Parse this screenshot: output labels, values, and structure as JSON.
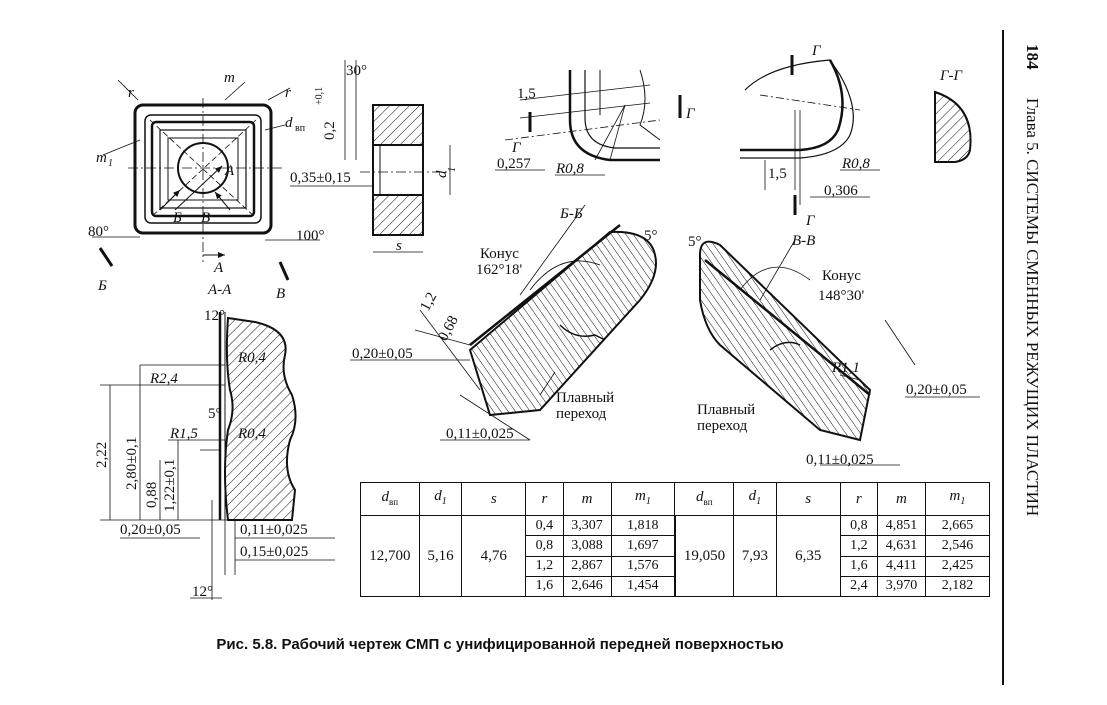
{
  "page": {
    "number": "184",
    "running_head": "Глава 5. СИСТЕМЫ СМЕННЫХ РЕЖУЩИХ ПЛАСТИН",
    "caption": "Рис. 5.8. Рабочий чертеж СМП с унифицированной передней поверхностью"
  },
  "top_view": {
    "labels": [
      "r",
      "m",
      "r",
      "d",
      "вп",
      "m",
      "1",
      "A",
      "Б",
      "B",
      "80°",
      "100°",
      "A",
      "Б",
      "B",
      "A-A"
    ]
  },
  "side_view": {
    "labels": [
      "30°",
      "0,2",
      "+0,1",
      "0,35±0,15",
      "d",
      "1",
      "s"
    ]
  },
  "gamma_view": {
    "labels": [
      "1,5",
      "Г",
      "Г",
      "0,257",
      "R0,8"
    ]
  },
  "v_view": {
    "labels": [
      "Г",
      "R0,8",
      "1,5",
      "0,306",
      "Г",
      "В-В"
    ]
  },
  "section_gg": {
    "title": "Г-Г"
  },
  "section_bb": {
    "title": "Б-Б",
    "labels": [
      "Конус",
      "162°18'",
      "5°",
      "1,2",
      "0,68",
      "0,20±0,05",
      "Плавный",
      "переход",
      "0,11±0,025"
    ]
  },
  "section_vv": {
    "labels": [
      "5°",
      "Конус",
      "148°30'",
      "R1,1",
      "0,20±0,05",
      "Плавный",
      "переход",
      "0,11±0,025"
    ]
  },
  "section_aa": {
    "labels": [
      "12°",
      "R0,4",
      "R2,4",
      "2,22",
      "2,80±0,1",
      "5°",
      "R1,5",
      "R0,4",
      "0,88",
      "1,22±0,1",
      "0,20±0,05",
      "0,11±0,025",
      "0,15±0,025",
      "12°"
    ]
  },
  "table": {
    "headers": [
      "d",
      "вп",
      "d",
      "1",
      "s",
      "r",
      "m",
      "m",
      "1"
    ],
    "groups": [
      {
        "d_vp": "12,700",
        "d1": "5,16",
        "s": "4,76",
        "rows": [
          {
            "r": "0,4",
            "m": "3,307",
            "m1": "1,818"
          },
          {
            "r": "0,8",
            "m": "3,088",
            "m1": "1,697"
          },
          {
            "r": "1,2",
            "m": "2,867",
            "m1": "1,576"
          },
          {
            "r": "1,6",
            "m": "2,646",
            "m1": "1,454"
          }
        ]
      },
      {
        "d_vp": "19,050",
        "d1": "7,93",
        "s": "6,35",
        "rows": [
          {
            "r": "0,8",
            "m": "4,851",
            "m1": "2,665"
          },
          {
            "r": "1,2",
            "m": "4,631",
            "m1": "2,546"
          },
          {
            "r": "1,6",
            "m": "4,411",
            "m1": "2,425"
          },
          {
            "r": "2,4",
            "m": "3,970",
            "m1": "2,182"
          }
        ]
      }
    ]
  }
}
